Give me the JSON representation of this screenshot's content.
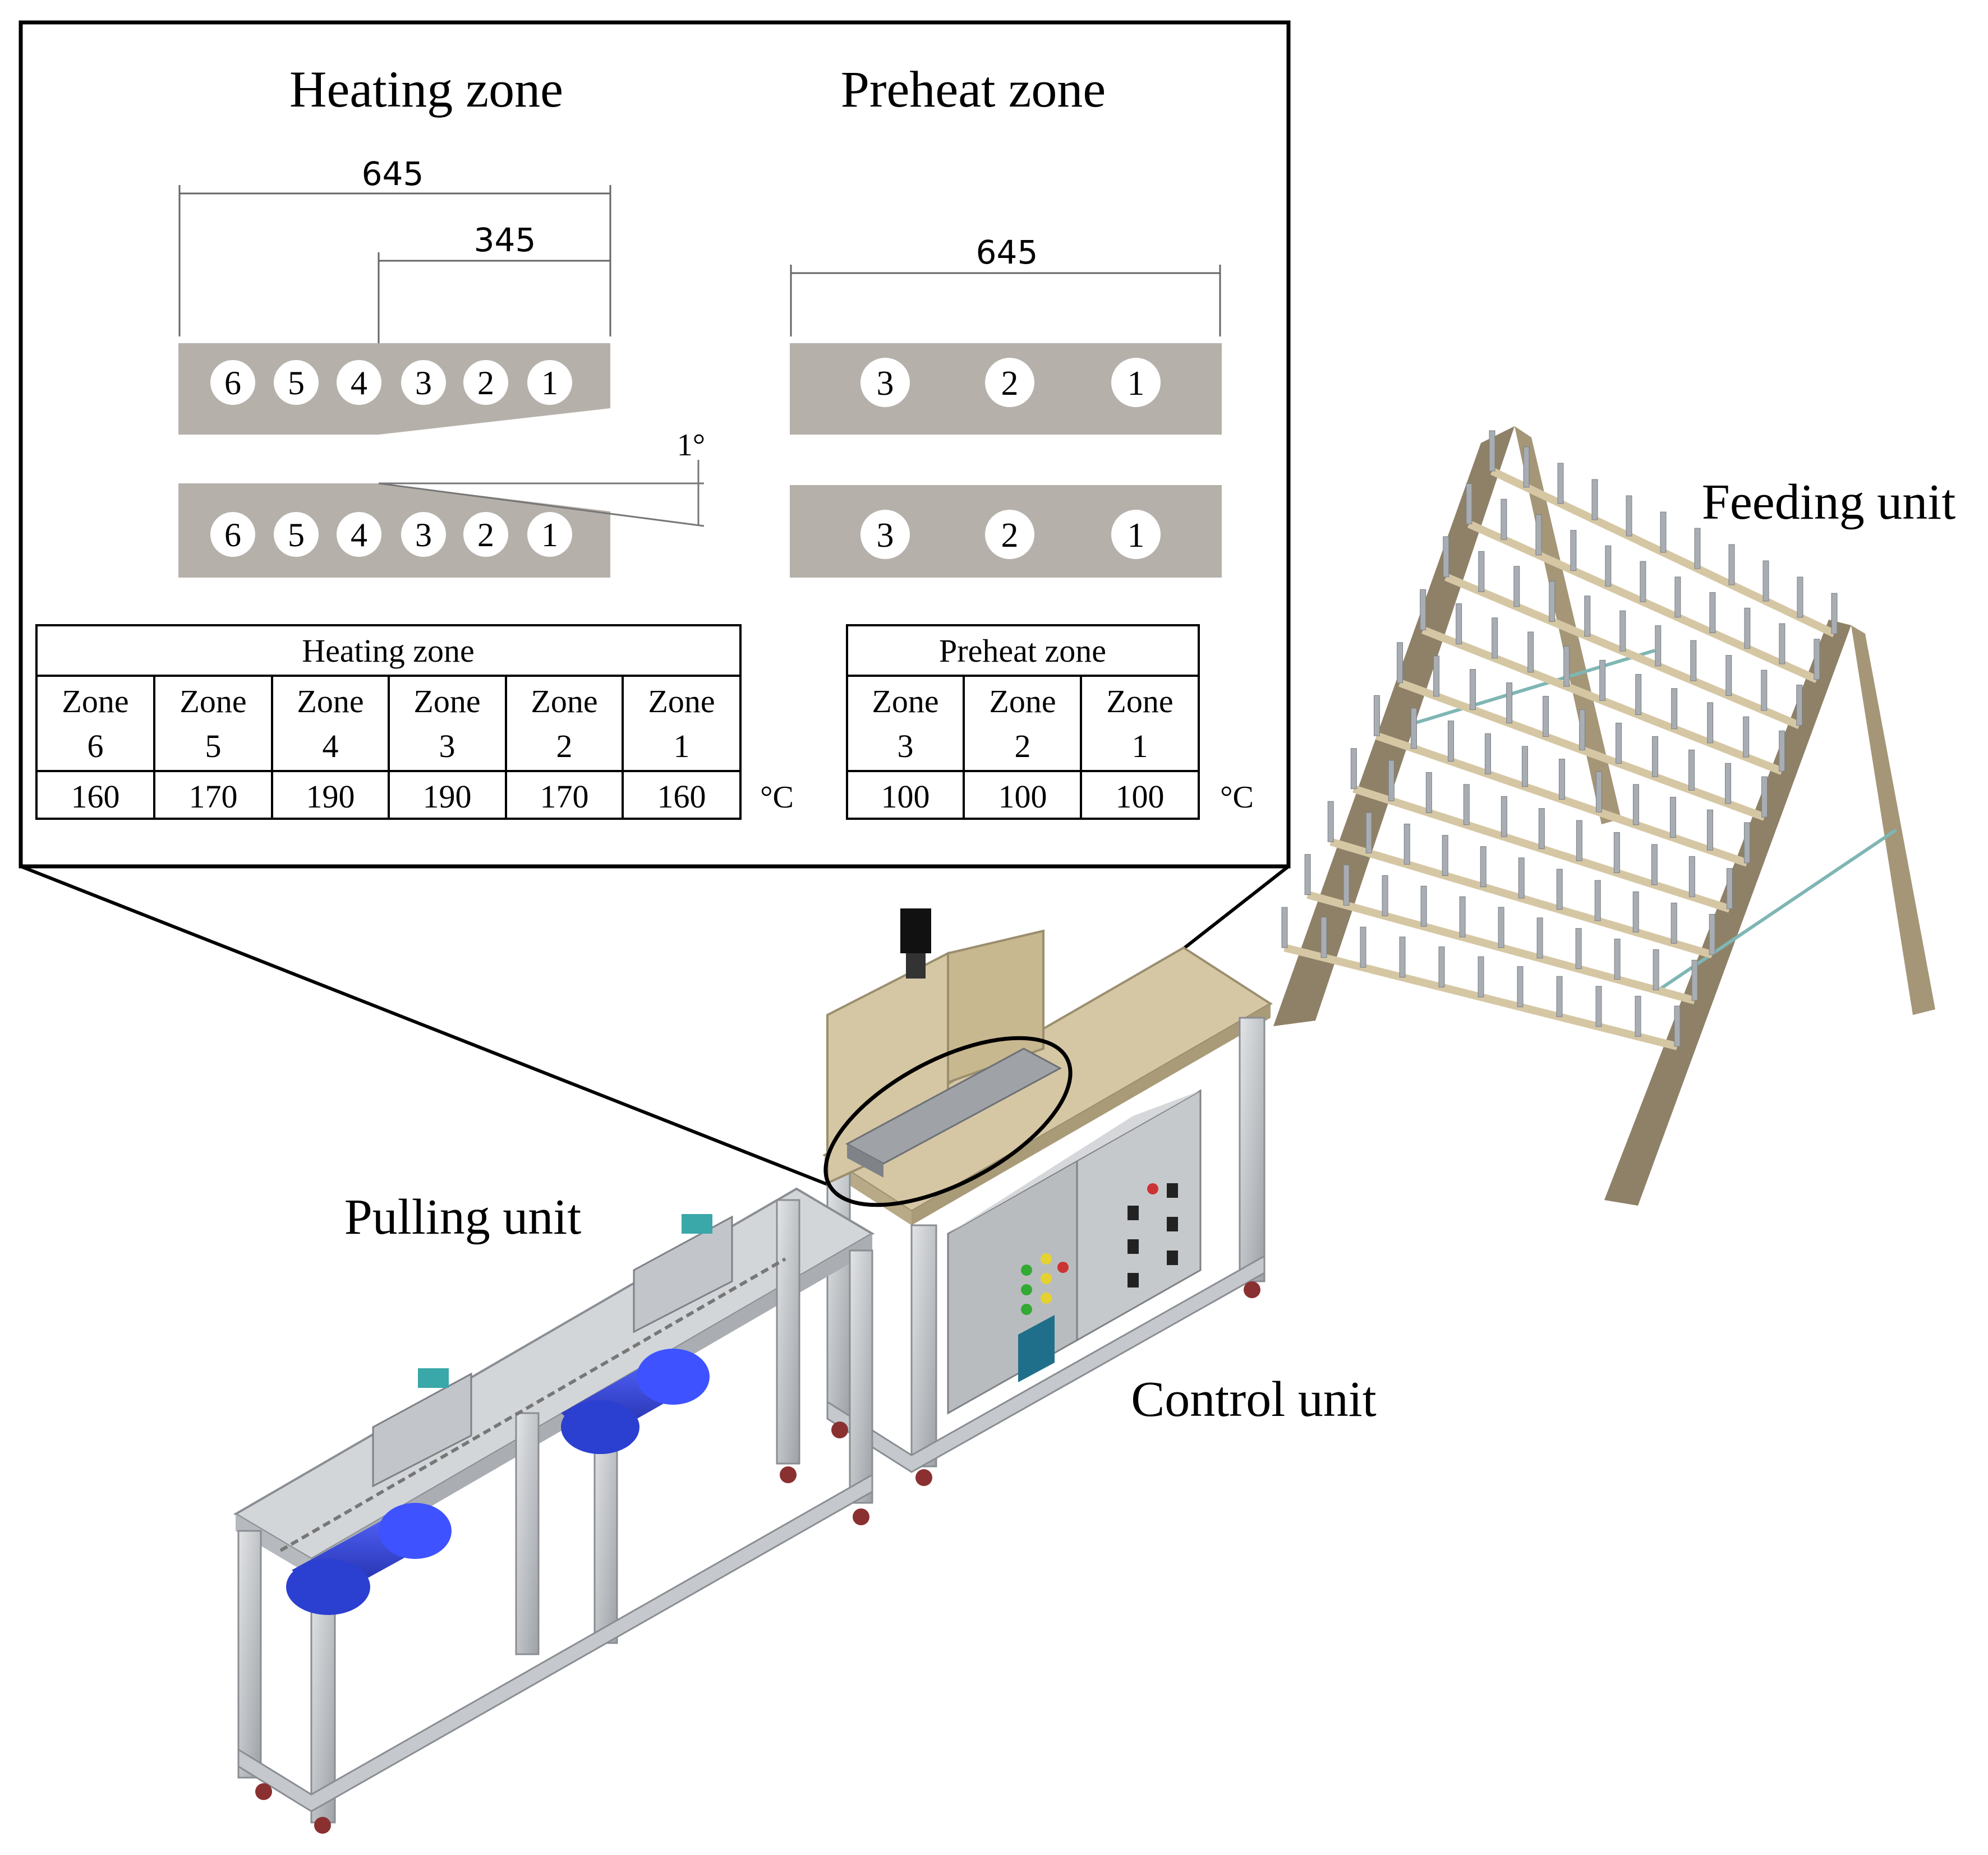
{
  "callout": {
    "heating": {
      "title": "Heating zone",
      "dim_total": "645",
      "dim_partial": "345",
      "angle": "1°",
      "upper_zone_numbers": [
        "6",
        "5",
        "4",
        "3",
        "2",
        "1"
      ],
      "lower_zone_numbers": [
        "6",
        "5",
        "4",
        "3",
        "2",
        "1"
      ]
    },
    "preheat": {
      "title": "Preheat zone",
      "dim_total": "645",
      "upper_zone_numbers": [
        "3",
        "2",
        "1"
      ],
      "lower_zone_numbers": [
        "3",
        "2",
        "1"
      ]
    }
  },
  "tables": {
    "heating": {
      "header": "Heating zone",
      "columns": [
        {
          "label_line1": "Zone",
          "label_line2": "6",
          "value": "160"
        },
        {
          "label_line1": "Zone",
          "label_line2": "5",
          "value": "170"
        },
        {
          "label_line1": "Zone",
          "label_line2": "4",
          "value": "190"
        },
        {
          "label_line1": "Zone",
          "label_line2": "3",
          "value": "190"
        },
        {
          "label_line1": "Zone",
          "label_line2": "2",
          "value": "170"
        },
        {
          "label_line1": "Zone",
          "label_line2": "1",
          "value": "160"
        }
      ],
      "unit": "°C"
    },
    "preheat": {
      "header": "Preheat zone",
      "columns": [
        {
          "label_line1": "Zone",
          "label_line2": "3",
          "value": "100"
        },
        {
          "label_line1": "Zone",
          "label_line2": "2",
          "value": "100"
        },
        {
          "label_line1": "Zone",
          "label_line2": "1",
          "value": "100"
        }
      ],
      "unit": "°C"
    }
  },
  "labels": {
    "feeding": "Feeding unit",
    "pulling": "Pulling unit",
    "control": "Control unit"
  },
  "colors": {
    "plate": "#b5b0aa",
    "frame": "#c9ccd0",
    "wood": "#d6c7a4",
    "motor": "#2b3fd1",
    "panel": "#cfd1d3",
    "rack": "#8e8168"
  }
}
